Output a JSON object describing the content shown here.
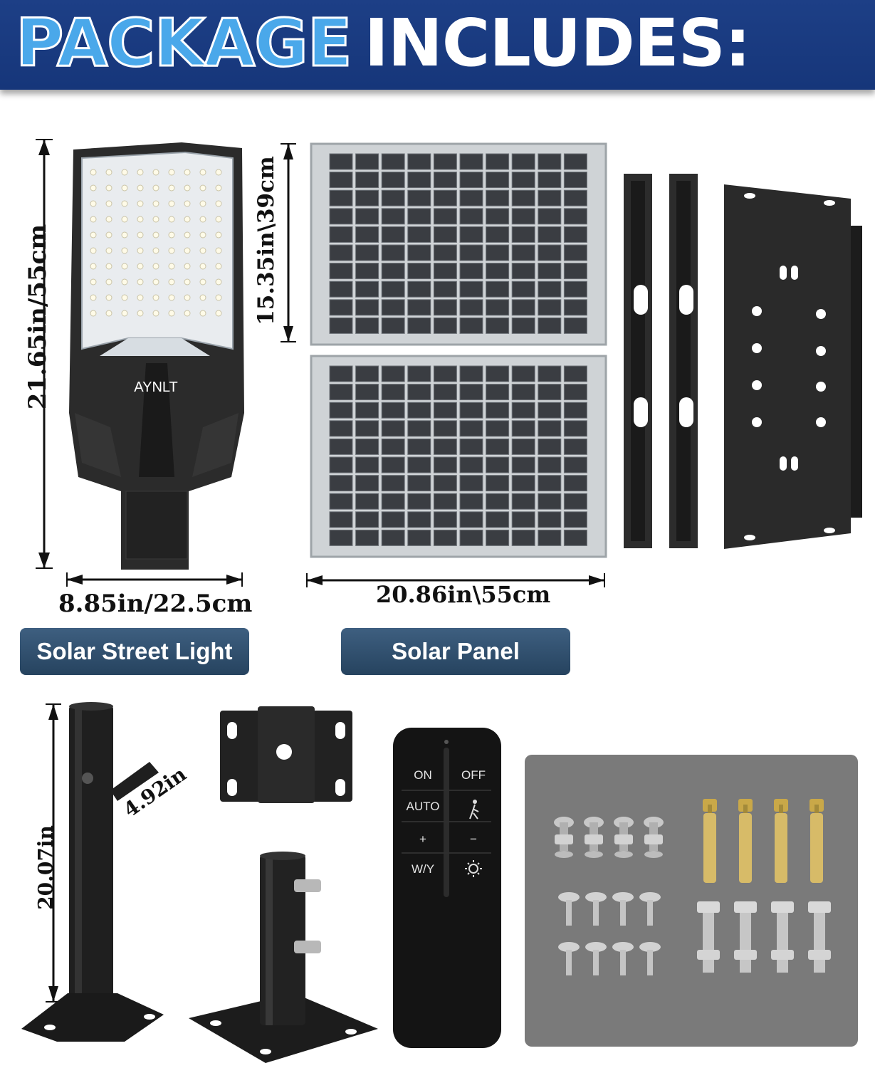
{
  "header": {
    "title_part1": "PACKAGE",
    "title_part2": "INCLUDES:"
  },
  "street_light": {
    "height_label": "21.65in/55cm",
    "width_label": "8.85in/22.5cm",
    "brand": "AYNLT",
    "name": "Solar Street Light"
  },
  "solar_panel": {
    "height_label": "15.35in\\39cm",
    "width_label": "20.86in\\55cm",
    "name": "Solar Panel"
  },
  "pole_adapter": {
    "height_label": "20.07in",
    "arm_label": "4.92in"
  },
  "remote": {
    "buttons": [
      "ON",
      "OFF",
      "AUTO",
      "+",
      "−",
      "W/Y"
    ]
  },
  "colors": {
    "banner": "#1d3f86",
    "banner_accent": "#4aa8ea",
    "pill": "#2f4f6e",
    "hardware_bg": "#7a7a7a"
  }
}
